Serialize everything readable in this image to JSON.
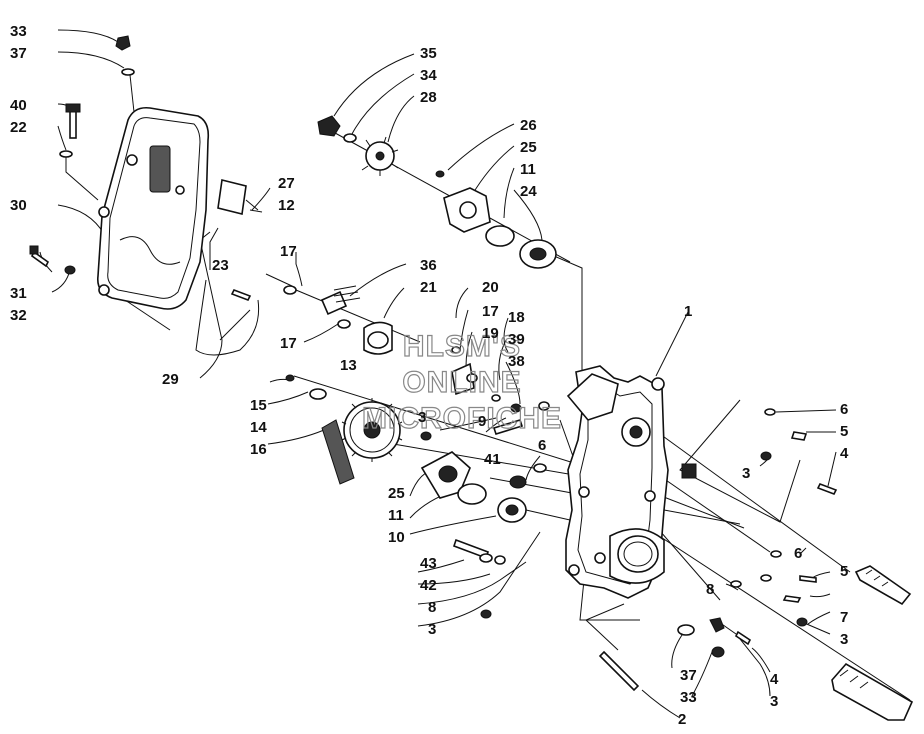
{
  "watermark": [
    "HLSM'S",
    "ONLINE",
    "MICROFICHE"
  ],
  "callouts": [
    "33",
    "37",
    "40",
    "22",
    "30",
    "31",
    "32",
    "35",
    "34",
    "28",
    "26",
    "25",
    "11",
    "24",
    "27",
    "12",
    "23",
    "17",
    "36",
    "21",
    "29",
    "20",
    "17",
    "19",
    "18",
    "39",
    "38",
    "17",
    "1",
    "13",
    "15",
    "14",
    "3",
    "9",
    "6",
    "41",
    "16",
    "6",
    "5",
    "3",
    "4",
    "25",
    "11",
    "10",
    "43",
    "42",
    "8",
    "3",
    "6",
    "5",
    "8",
    "7",
    "3",
    "37",
    "33",
    "2",
    "4",
    "3"
  ]
}
